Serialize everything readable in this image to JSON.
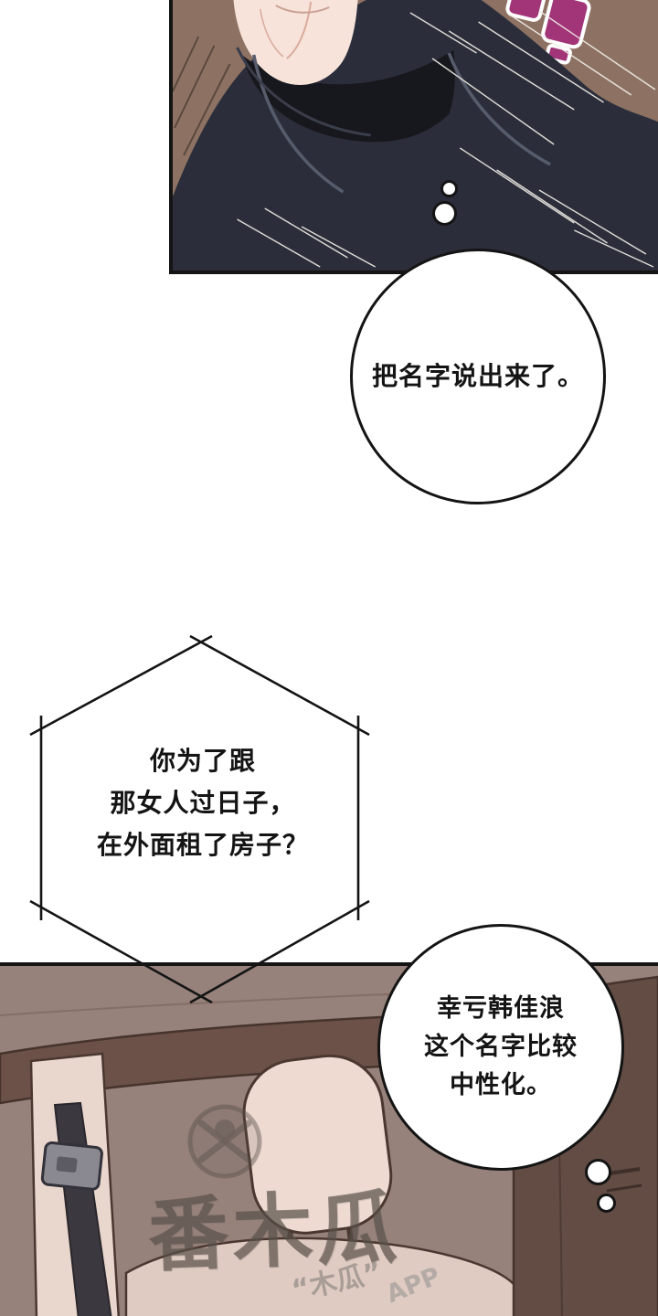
{
  "palette": {
    "panel_border": "#141414",
    "top_panel_bg": "#8d7263",
    "jacket": "#2b2e3a",
    "jacket_lapel": "#575c6c",
    "shirt": "#17181d",
    "skin": "#f7e3da",
    "sfx_fill": "#a23578",
    "sfx_outline": "#ffffff",
    "bottom_panel_bg": "#96817b",
    "car_deck": "#6b5148",
    "car_door": "#624c44",
    "car_pillar": "#e9d6cd",
    "car_seat": "#e0cbc2",
    "headrest": "#eedad1",
    "seatbelt": "#3b393f",
    "buckle": "#8a8890",
    "art_outline": "#4a372f",
    "bubble_bg": "#ffffff",
    "text": "#141414",
    "watermark": "#544c46"
  },
  "bubbles": {
    "thought_top": {
      "text": "把名字说出来了。"
    },
    "hexagon": {
      "lines": [
        "你为了跟",
        "那女人过日子，",
        "在外面租了房子？"
      ]
    },
    "thought_bottom": {
      "lines": [
        "幸亏韩佳浪",
        "这个名字比较",
        "中性化。"
      ]
    }
  },
  "watermark": {
    "title": "番木瓜",
    "quote": "“木瓜”",
    "app": "APP"
  }
}
